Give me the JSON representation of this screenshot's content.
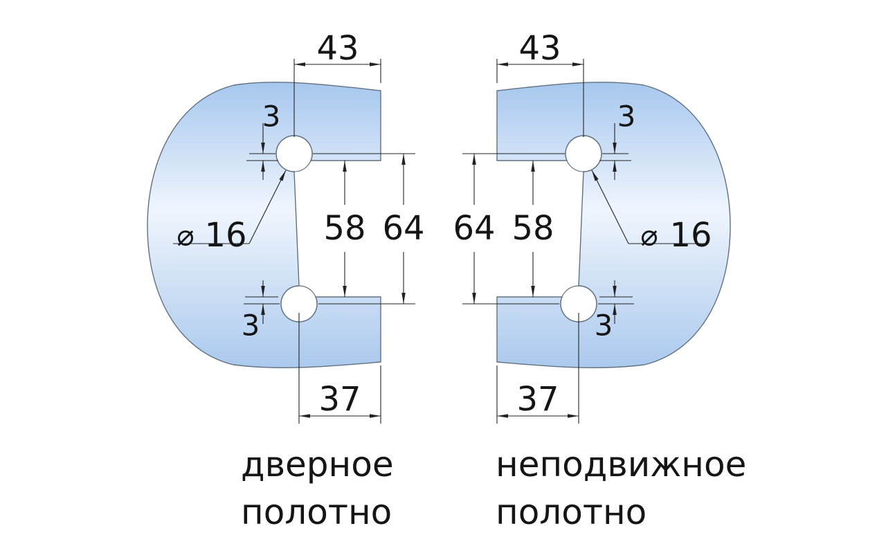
{
  "page": {
    "background": "#ffffff"
  },
  "colors": {
    "glass_top": "#a6c7ee",
    "glass_mid": "#eff5fd",
    "glass_bottom": "#aac9ed",
    "outline": "#60707f",
    "dimension_line": "#222222",
    "text": "#151515"
  },
  "dims": {
    "top_width": "43",
    "bottom_width": "37",
    "cutout_height": "58",
    "holes_center_distance": "64",
    "hole_edge_offset": "3",
    "hole_diameter": "16",
    "diameter_symbol": "⌀"
  },
  "labels": {
    "left_line1": "дверное",
    "left_line2": "полотно",
    "right_line1": "неподвижное",
    "right_line2": "полотно"
  }
}
